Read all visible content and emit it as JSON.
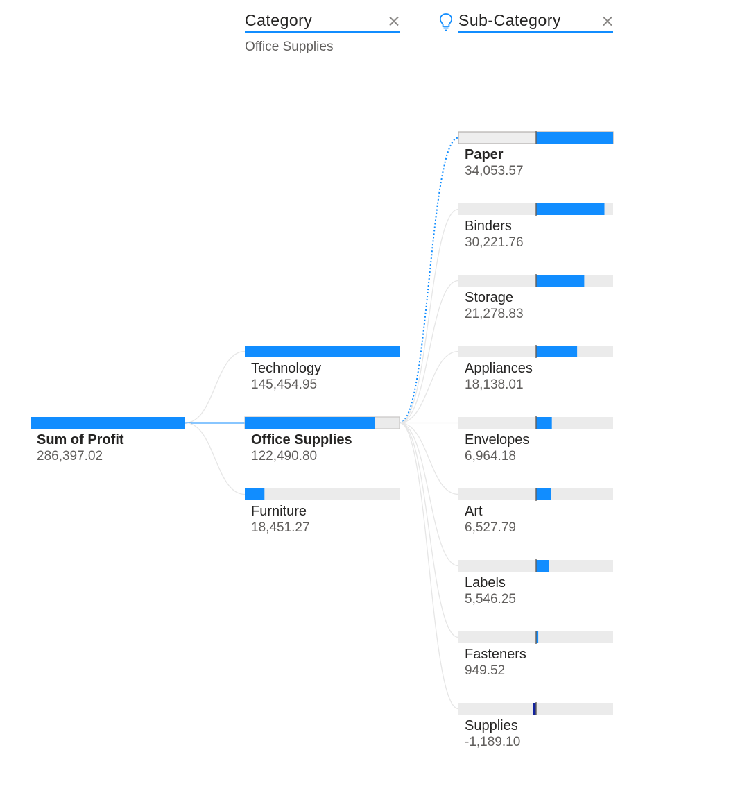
{
  "header": {
    "category_title": "Category",
    "category_filter": "Office Supplies",
    "subcategory_title": "Sub-Category"
  },
  "colors": {
    "bar": "#118DFF",
    "negative_bar": "#12239E",
    "track": "#EBEBEB",
    "connector": "#E6E6E6",
    "selected_path": "#118DFF"
  },
  "chart_data": [
    {
      "type": "bar",
      "level": "root",
      "categories": [
        "Sum of Profit"
      ],
      "values": [
        286397.02
      ],
      "value_labels": [
        "286,397.02"
      ]
    },
    {
      "type": "bar",
      "level": "Category",
      "categories": [
        "Technology",
        "Office Supplies",
        "Furniture"
      ],
      "values": [
        145454.95,
        122490.8,
        18451.27
      ],
      "value_labels": [
        "145,454.95",
        "122,490.80",
        "18,451.27"
      ],
      "selected": "Office Supplies"
    },
    {
      "type": "bar",
      "level": "Sub-Category",
      "parent": "Office Supplies",
      "categories": [
        "Paper",
        "Binders",
        "Storage",
        "Appliances",
        "Envelopes",
        "Art",
        "Labels",
        "Fasteners",
        "Supplies"
      ],
      "values": [
        34053.57,
        30221.76,
        21278.83,
        18138.01,
        6964.18,
        6527.79,
        5546.25,
        949.52,
        -1189.1
      ],
      "value_labels": [
        "34,053.57",
        "30,221.76",
        "21,278.83",
        "18,138.01",
        "6,964.18",
        "6,527.79",
        "5,546.25",
        "949.52",
        "-1,189.10"
      ],
      "highlighted": "Paper"
    }
  ]
}
